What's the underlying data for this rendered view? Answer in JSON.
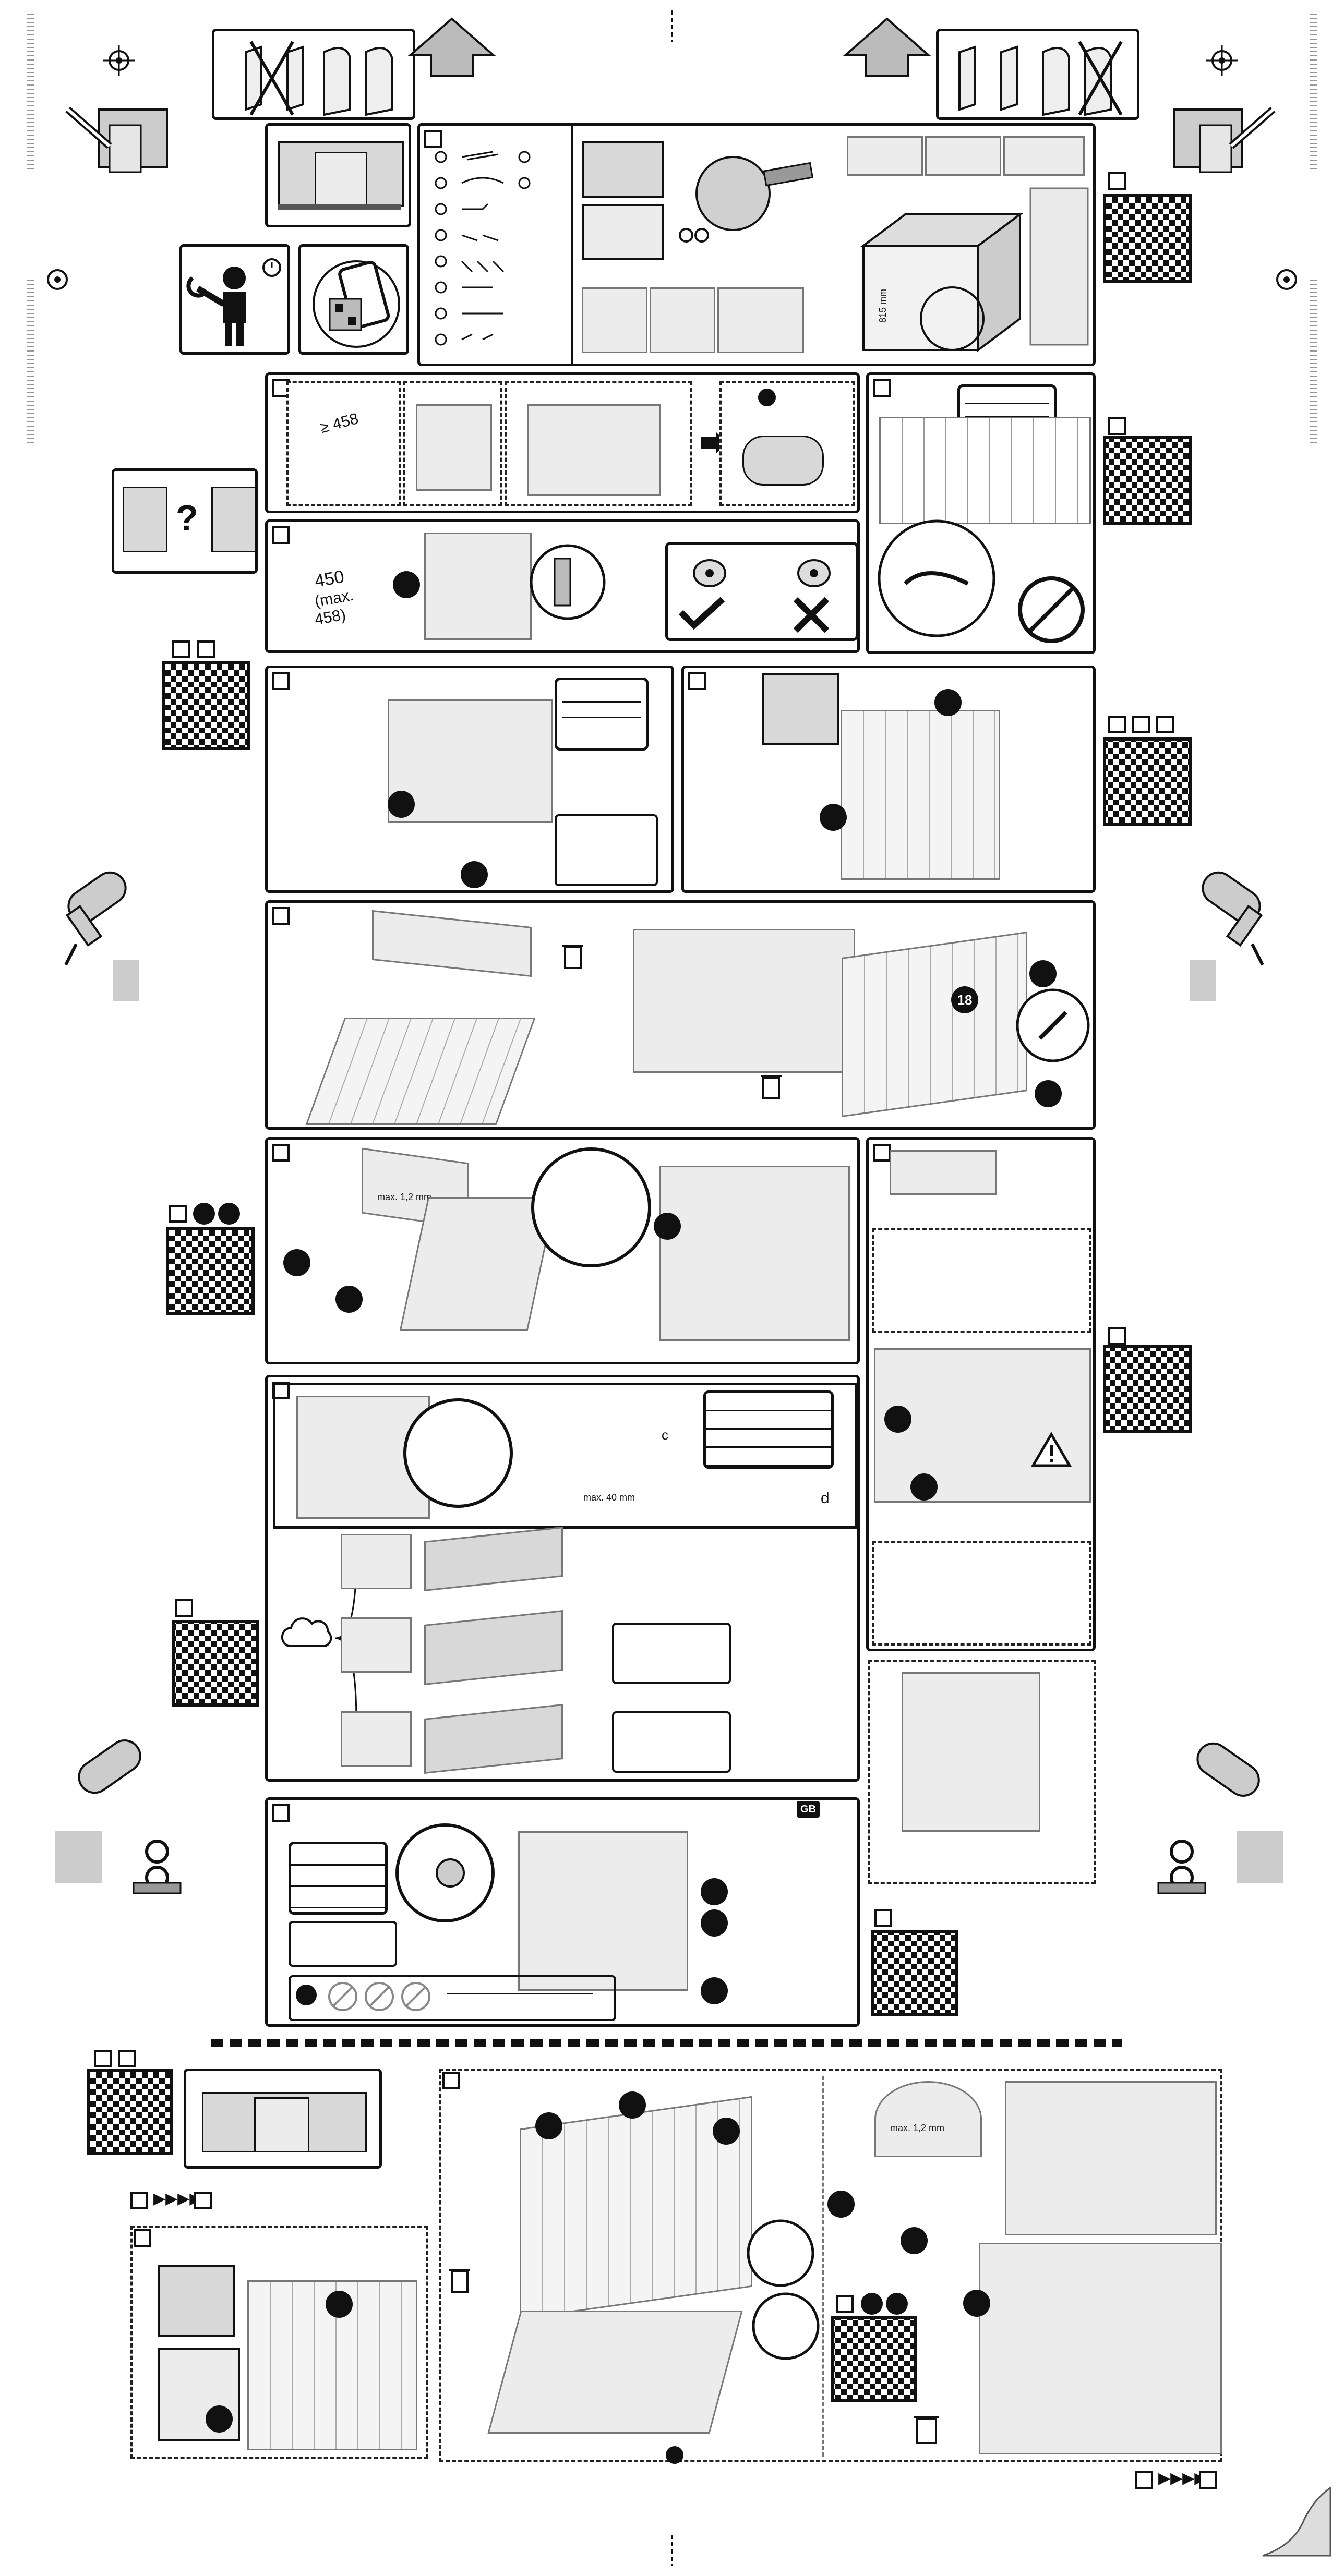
{
  "dimensions": {
    "gap_min": "≥ 458",
    "niche_height": "450",
    "niche_max": "(max.",
    "niche_max_value": "458)",
    "panel_gap": "max. 1,2 mm",
    "panel_gap_2": "max. 1,2 mm",
    "depth_max": "max. 40 mm",
    "dimension_d": "d",
    "dimension_c": "c",
    "step_18": "18",
    "distance_label": "815 mm"
  },
  "country_badge": "GB",
  "question_mark": "?",
  "arrow_seq": "▶▶▶▶",
  "arrow_seq_2": "▶▶▶▶",
  "colors": {
    "ink": "#111111",
    "light_gray": "#d8d8d8",
    "lighter_gray": "#ececec",
    "paper": "#ffffff"
  },
  "icons": [
    "trash-icon",
    "wrench-person-icon",
    "smartphone-icon",
    "drill-icon",
    "pencil-icon",
    "warning-icon",
    "check-icon",
    "cross-icon",
    "cloud-icon",
    "stopwatch-icon"
  ]
}
